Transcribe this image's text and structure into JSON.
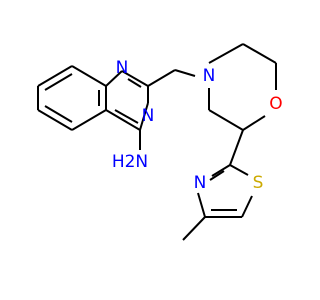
{
  "molecule": {
    "atoms": [
      {
        "id": "N_qz_top",
        "label": "N",
        "color": "#0000ff"
      },
      {
        "id": "N_qz_bottom",
        "label": "N",
        "color": "#0000ff"
      },
      {
        "id": "NH2",
        "label": "H2N",
        "color": "#0000ff"
      },
      {
        "id": "N_morpholine",
        "label": "N",
        "color": "#0000ff"
      },
      {
        "id": "O_morpholine",
        "label": "O",
        "color": "#ff0000"
      },
      {
        "id": "N_thiazole",
        "label": "N",
        "color": "#0000ff"
      },
      {
        "id": "S_thiazole",
        "label": "S",
        "color": "#ccaa00"
      }
    ],
    "bond_color": "#000000"
  }
}
